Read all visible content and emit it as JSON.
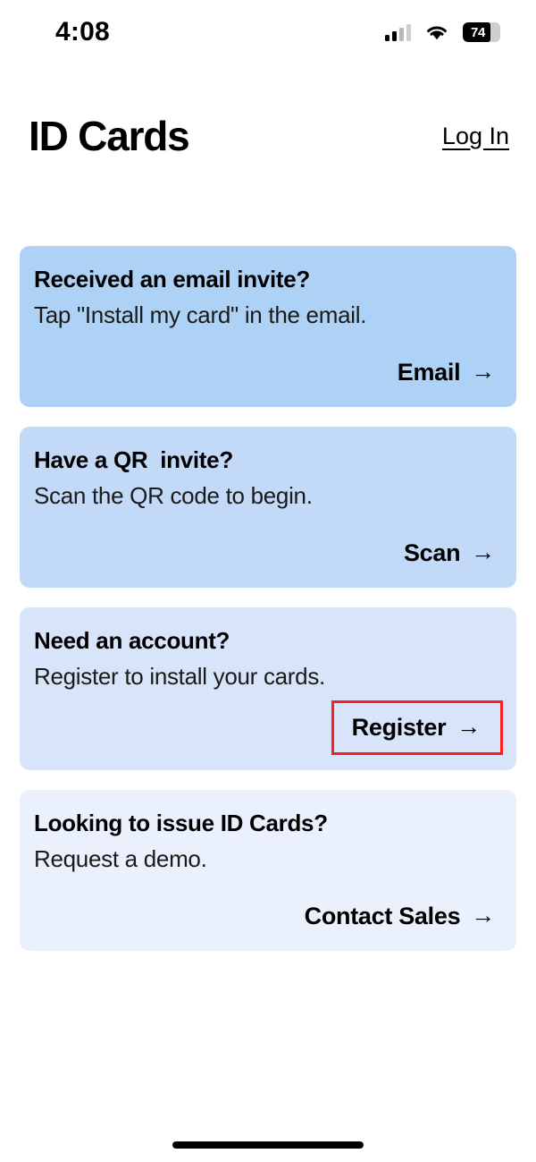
{
  "status_bar": {
    "time": "4:08",
    "battery_level": "74",
    "battery_percent": 74,
    "cellular_icon": "cellular-signal-icon",
    "wifi_icon": "wifi-icon",
    "battery_icon": "battery-icon"
  },
  "header": {
    "title": "ID Cards",
    "login_label": "Log In"
  },
  "cards": [
    {
      "title": "Received an email invite?",
      "description": "Tap \"Install my card\" in the email.",
      "action_label": "Email",
      "arrow": "→",
      "bg": "#aed2f5",
      "highlighted": false
    },
    {
      "title": "Have a QR  invite?",
      "description": "Scan the QR code to begin.",
      "action_label": "Scan",
      "arrow": "→",
      "bg": "#c2d9f7",
      "highlighted": false
    },
    {
      "title": "Need an account?",
      "description": "Register to install your cards.",
      "action_label": "Register",
      "arrow": "→",
      "bg": "#d7e4f9",
      "highlighted": true
    },
    {
      "title": "Looking to issue ID Cards?",
      "description": "Request a demo.",
      "action_label": "Contact Sales",
      "arrow": "→",
      "bg": "#eaf1fd",
      "highlighted": false
    }
  ],
  "annotation": {
    "color": "#fb2020",
    "target": "Register"
  },
  "home_indicator": "home-indicator"
}
